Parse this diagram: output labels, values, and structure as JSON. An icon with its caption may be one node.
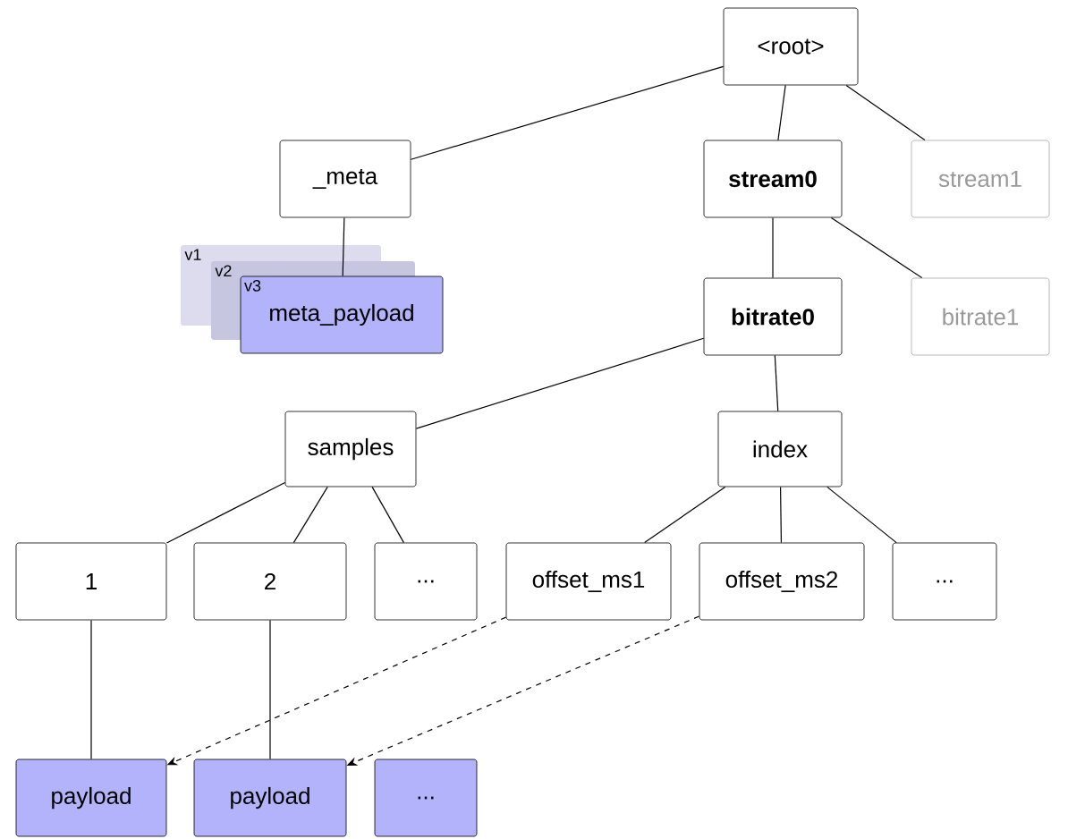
{
  "diagram": {
    "nodes": [
      {
        "text": [
          "<root>"
        ]
      },
      {
        "text": [
          "_meta"
        ]
      },
      {
        "text": [
          "stream0"
        ]
      },
      {
        "text": [
          "stream1"
        ]
      },
      {
        "text": [
          "v3",
          "meta_payload"
        ]
      },
      {
        "text": [
          "bitrate0"
        ]
      },
      {
        "text": [
          "bitrate1"
        ]
      },
      {
        "text": [
          "samples"
        ]
      },
      {
        "text": [
          "index"
        ]
      },
      {
        "text": [
          "1"
        ]
      },
      {
        "text": [
          "2"
        ]
      },
      {
        "text": [
          "..."
        ]
      },
      {
        "text": [
          "offset_ms1"
        ]
      },
      {
        "text": [
          "offset_ms2"
        ]
      },
      {
        "text": [
          "..."
        ]
      },
      {
        "text": [
          "payload"
        ]
      },
      {
        "text": [
          "payload"
        ]
      },
      {
        "text": [
          "..."
        ]
      }
    ],
    "edges": [
      {
        "from": 0,
        "to": 1,
        "arrow": "none"
      },
      {
        "from": 0,
        "to": 2,
        "arrow": "none"
      },
      {
        "from": 0,
        "to": 3,
        "arrow": "none"
      },
      {
        "from": 1,
        "to": 4,
        "arrow": "none"
      },
      {
        "from": 2,
        "to": 5,
        "arrow": "none"
      },
      {
        "from": 2,
        "to": 6,
        "arrow": "none"
      },
      {
        "from": 5,
        "to": 7,
        "arrow": "none"
      },
      {
        "from": 5,
        "to": 8,
        "arrow": "none"
      },
      {
        "from": 7,
        "to": 9,
        "arrow": "none"
      },
      {
        "from": 7,
        "to": 10,
        "arrow": "none"
      },
      {
        "from": 7,
        "to": 11,
        "arrow": "none"
      },
      {
        "from": 8,
        "to": 12,
        "arrow": "none"
      },
      {
        "from": 8,
        "to": 13,
        "arrow": "none"
      },
      {
        "from": 8,
        "to": 14,
        "arrow": "none"
      },
      {
        "from": 9,
        "to": 15,
        "arrow": "none"
      },
      {
        "from": 10,
        "to": 16,
        "arrow": "none"
      },
      {
        "from": 12,
        "to": 15,
        "arrow": "to",
        "style": "dashed"
      },
      {
        "from": 13,
        "to": 16,
        "arrow": "to",
        "style": "dashed"
      }
    ],
    "labels": [
      "v1",
      "v2"
    ]
  }
}
